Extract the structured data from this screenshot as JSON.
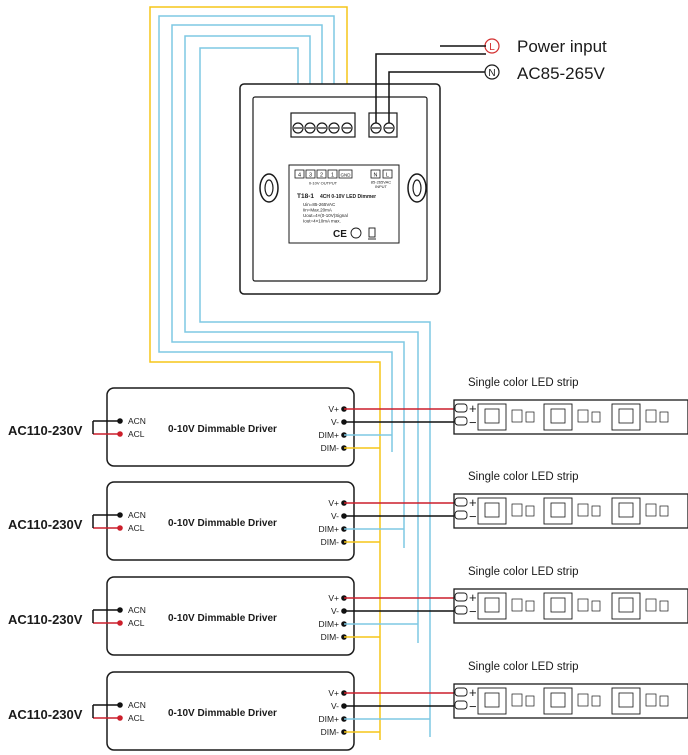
{
  "power": {
    "l_symbol": "L",
    "n_symbol": "N",
    "label_line1": "Power input",
    "label_line2": "AC85-265V"
  },
  "dimmer": {
    "output_terminals": [
      "4",
      "3",
      "2",
      "1",
      "GND"
    ],
    "output_caption": "0-10V OUTPUT",
    "input_terminals": [
      "N",
      "L"
    ],
    "input_caption_line1": "85-265VAC",
    "input_caption_line2": "INPUT",
    "model": "T18-1",
    "model_desc": "4CH 0-10V LED Dimmer",
    "specs": [
      "Uin=85-265VAC",
      "Iin=Max.20mA",
      "Uout=4×(0-10V)Signal",
      "Iout=4×10mA max."
    ],
    "cert_mark": "CE"
  },
  "channels": [
    {
      "ac_label": "AC110-230V",
      "acn": "ACN",
      "acl": "ACL",
      "driver_label": "0-10V Dimmable Driver",
      "vplus": "V+",
      "vminus": "V-",
      "dimplus": "DIM+",
      "dimminus": "DIM-",
      "strip_label": "Single color LED strip",
      "plus": "+",
      "minus": "−"
    },
    {
      "ac_label": "AC110-230V",
      "acn": "ACN",
      "acl": "ACL",
      "driver_label": "0-10V Dimmable Driver",
      "vplus": "V+",
      "vminus": "V-",
      "dimplus": "DIM+",
      "dimminus": "DIM-",
      "strip_label": "Single color LED strip",
      "plus": "+",
      "minus": "−"
    },
    {
      "ac_label": "AC110-230V",
      "acn": "ACN",
      "acl": "ACL",
      "driver_label": "0-10V Dimmable Driver",
      "vplus": "V+",
      "vminus": "V-",
      "dimplus": "DIM+",
      "dimminus": "DIM-",
      "strip_label": "Single color LED strip",
      "plus": "+",
      "minus": "−"
    },
    {
      "ac_label": "AC110-230V",
      "acn": "ACN",
      "acl": "ACL",
      "driver_label": "0-10V Dimmable Driver",
      "vplus": "V+",
      "vminus": "V-",
      "dimplus": "DIM+",
      "dimminus": "DIM-",
      "strip_label": "Single color LED strip",
      "plus": "+",
      "minus": "−"
    }
  ],
  "colors": {
    "yellow_wire": "#f5c518",
    "blue_wire": "#7ec8e3",
    "red_wire": "#cc1f2b",
    "black_wire": "#111111",
    "symbol_red": "#d32f2f"
  }
}
